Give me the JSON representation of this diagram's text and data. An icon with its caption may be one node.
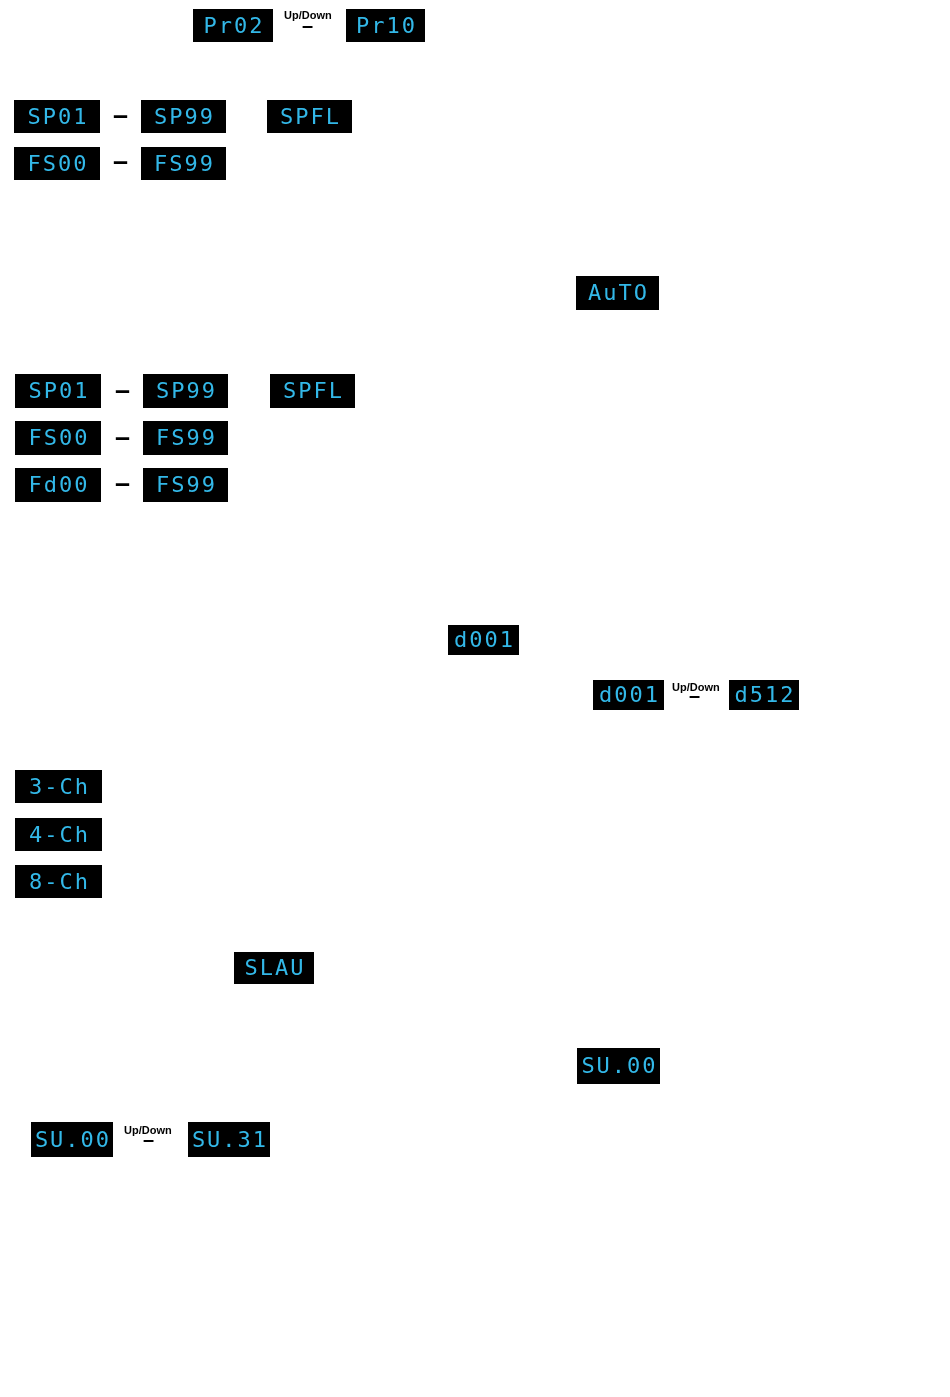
{
  "diagram": {
    "nodes": [
      {
        "text": [
          "Pr02"
        ]
      },
      {
        "text": [
          "Pr10"
        ]
      },
      {
        "text": [
          "SP01"
        ]
      },
      {
        "text": [
          "SP99"
        ]
      },
      {
        "text": [
          "SPFL"
        ]
      },
      {
        "text": [
          "FS00"
        ]
      },
      {
        "text": [
          "FS99"
        ]
      },
      {
        "text": [
          "AuTO"
        ]
      },
      {
        "text": [
          "SP01"
        ]
      },
      {
        "text": [
          "SP99"
        ]
      },
      {
        "text": [
          "SPFL"
        ]
      },
      {
        "text": [
          "FS00"
        ]
      },
      {
        "text": [
          "FS99"
        ]
      },
      {
        "text": [
          "Fd00"
        ]
      },
      {
        "text": [
          "FS99"
        ]
      },
      {
        "text": [
          "d001"
        ]
      },
      {
        "text": [
          "d001"
        ]
      },
      {
        "text": [
          "d512"
        ]
      },
      {
        "text": [
          "3-Ch"
        ]
      },
      {
        "text": [
          "4-Ch"
        ]
      },
      {
        "text": [
          "8-Ch"
        ]
      },
      {
        "text": [
          "SLAU"
        ]
      },
      {
        "text": [
          "SU.00"
        ]
      },
      {
        "text": [
          "SU.00"
        ]
      },
      {
        "text": [
          "SU.31"
        ]
      }
    ],
    "labels": [
      "Up/Down",
      "–",
      "–",
      "–",
      "–",
      "–",
      "–",
      "Up/Down",
      "–",
      "Up/Down",
      "–"
    ]
  }
}
